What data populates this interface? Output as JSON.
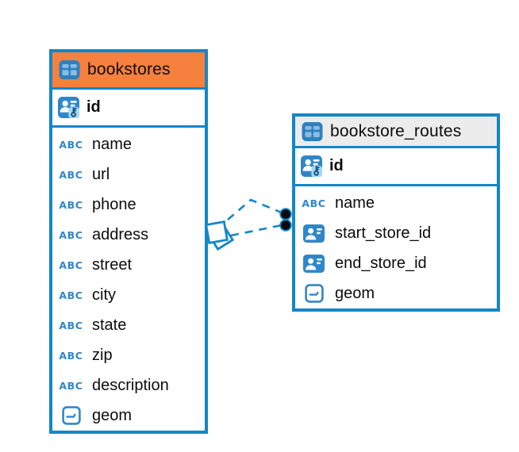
{
  "app": {
    "view": "database-er-diagram",
    "background": "#ffffff"
  },
  "colors": {
    "accent_blue": "#1287c9",
    "icon_blue": "#2f87c9",
    "icon_cell_blue": "#8abde4",
    "header_orange": "#f6803e",
    "header_gray": "#ececec",
    "text": "#0c0c0c",
    "dot_black": "#0a0a0a",
    "marker_fill": "#ffffff"
  },
  "icons": {
    "text_type_label": "ABC",
    "table_icon": "table-grid",
    "primary_key_icon": "person-with-key",
    "reference_icon": "person-badge",
    "geometry_icon": "box-with-dash"
  },
  "tables": [
    {
      "name": "bookstores",
      "header_style": "orange",
      "primary_key": "id",
      "columns": [
        {
          "label": "name",
          "type": "text"
        },
        {
          "label": "url",
          "type": "text"
        },
        {
          "label": "phone",
          "type": "text"
        },
        {
          "label": "address",
          "type": "text"
        },
        {
          "label": "street",
          "type": "text"
        },
        {
          "label": "city",
          "type": "text"
        },
        {
          "label": "state",
          "type": "text"
        },
        {
          "label": "zip",
          "type": "text"
        },
        {
          "label": "description",
          "type": "text"
        },
        {
          "label": "geom",
          "type": "geometry"
        }
      ]
    },
    {
      "name": "bookstore_routes",
      "header_style": "gray",
      "primary_key": "id",
      "columns": [
        {
          "label": "name",
          "type": "text"
        },
        {
          "label": "start_store_id",
          "type": "reference"
        },
        {
          "label": "end_store_id",
          "type": "reference"
        },
        {
          "label": "geom",
          "type": "geometry"
        }
      ]
    }
  ],
  "relationships": {
    "style": "dashed",
    "color": "#1287c9",
    "from_table": "bookstores",
    "to_table": "bookstore_routes",
    "connector_count": 2,
    "source_marker": "stacked-squares",
    "target_marker": "black-dots"
  }
}
